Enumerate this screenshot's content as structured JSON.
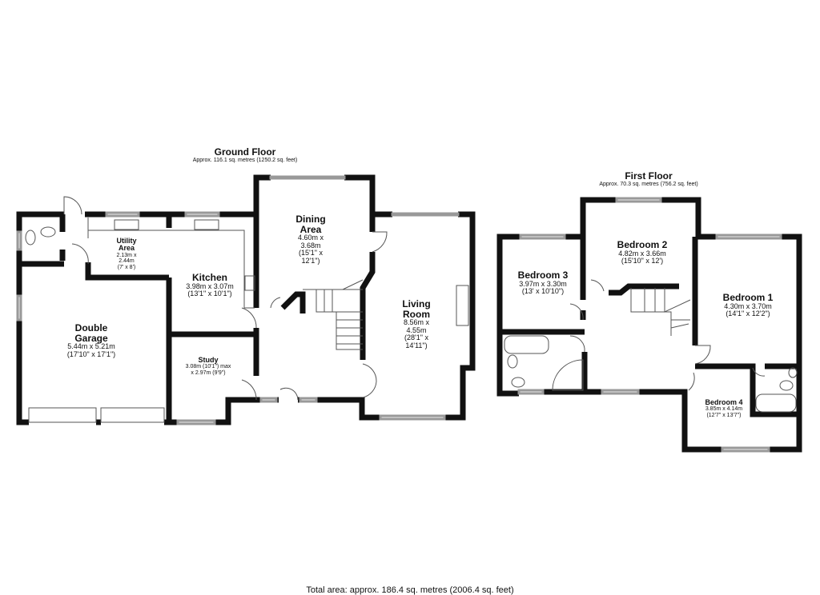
{
  "ground_floor": {
    "title": "Ground Floor",
    "area": "Approx. 116.1 sq. metres (1250.2 sq. feet)",
    "rooms": [
      {
        "name": "Double Garage",
        "dims": [
          "5.44m x 5.21m",
          "(17'10\" x 17'1\")"
        ]
      },
      {
        "name": "Utility Area",
        "dims": [
          "2.13m x 2.44m",
          "(7' x 8')"
        ]
      },
      {
        "name": "Kitchen",
        "dims": [
          "3.98m x 3.07m",
          "(13'1\" x 10'1\")"
        ]
      },
      {
        "name": "Study",
        "dims": [
          "3.08m (10'1\") max",
          "x 2.97m (9'9\")"
        ]
      },
      {
        "name": "Dining Area",
        "dims": [
          "4.60m x 3.68m",
          "(15'1\" x 12'1\")"
        ]
      },
      {
        "name": "Living Room",
        "dims": [
          "8.56m x 4.55m",
          "(28'1\" x 14'11\")"
        ]
      }
    ]
  },
  "first_floor": {
    "title": "First Floor",
    "area": "Approx. 70.3 sq. metres (756.2 sq. feet)",
    "rooms": [
      {
        "name": "Bedroom 3",
        "dims": [
          "3.97m x 3.30m",
          "(13' x 10'10\")"
        ]
      },
      {
        "name": "Bedroom 2",
        "dims": [
          "4.82m x 3.66m",
          "(15'10\" x 12')"
        ]
      },
      {
        "name": "Bedroom 1",
        "dims": [
          "4.30m x 3.70m",
          "(14'1\" x 12'2\")"
        ]
      },
      {
        "name": "Bedroom 4",
        "dims": [
          "3.85m x 4.14m",
          "(12'7\" x 13'7\")"
        ]
      }
    ]
  },
  "total_area": "Total area: approx. 186.4 sq. metres (2006.4 sq. feet)",
  "colors": {
    "wall": "#111111",
    "window": "#d8d8d8"
  }
}
